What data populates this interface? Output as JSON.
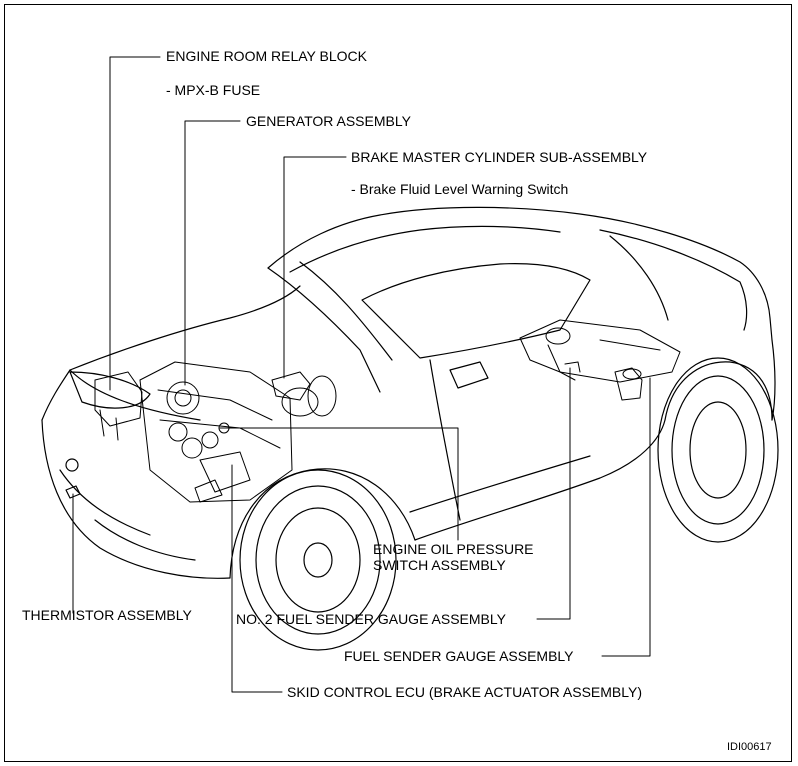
{
  "labels": {
    "engine_room_relay_block": "ENGINE ROOM RELAY BLOCK",
    "mpx_b_fuse": "- MPX-B FUSE",
    "generator_assembly": "GENERATOR ASSEMBLY",
    "brake_master_cylinder": "BRAKE MASTER CYLINDER SUB-ASSEMBLY",
    "brake_fluid_switch": "- Brake Fluid Level Warning Switch",
    "engine_oil_pressure_line1": "ENGINE OIL PRESSURE",
    "engine_oil_pressure_line2": "SWITCH ASSEMBLY",
    "thermistor_assembly": "THERMISTOR ASSEMBLY",
    "no2_fuel_sender": "NO. 2 FUEL SENDER GAUGE ASSEMBLY",
    "fuel_sender": "FUEL SENDER GAUGE ASSEMBLY",
    "skid_control_ecu": "SKID CONTROL ECU (BRAKE ACTUATOR ASSEMBLY)"
  },
  "figure_code": "IDI00617"
}
